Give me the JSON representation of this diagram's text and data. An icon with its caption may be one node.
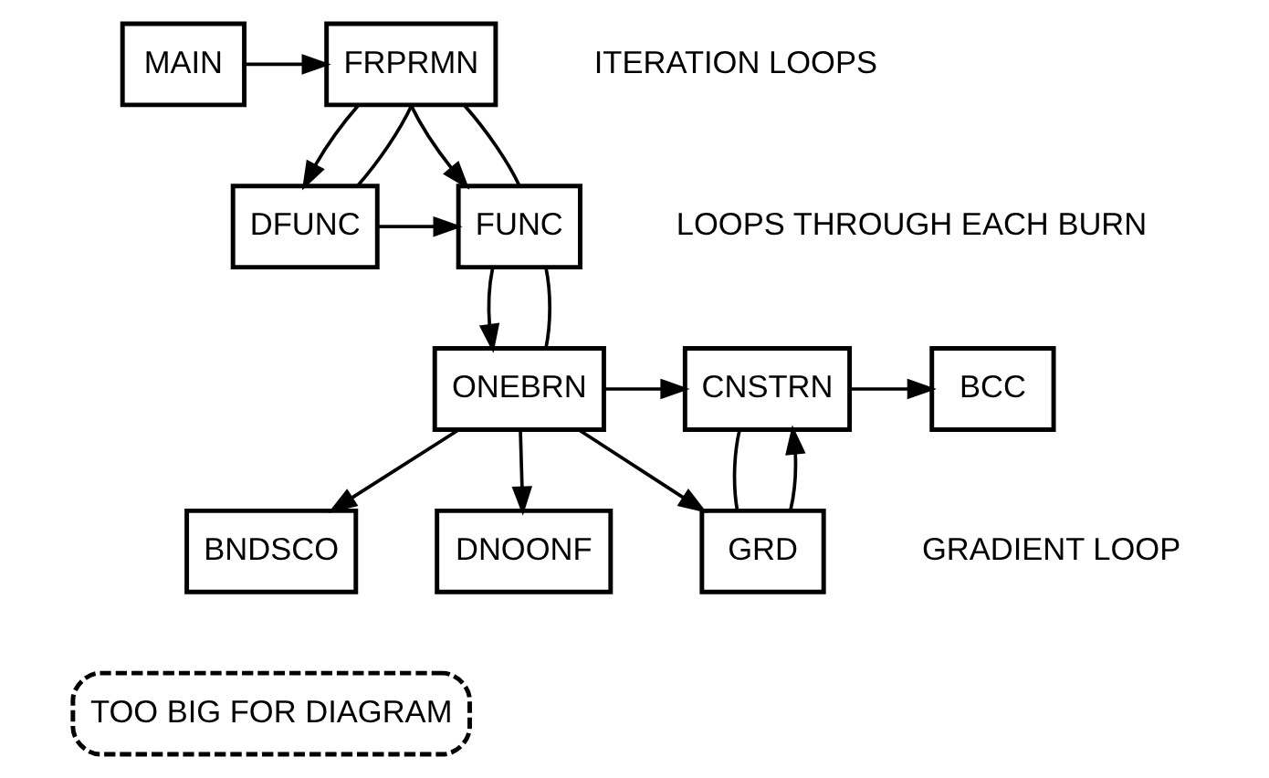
{
  "diagram": {
    "nodes": [
      {
        "text": [
          "MAIN"
        ]
      },
      {
        "text": [
          "FRPRMN"
        ]
      },
      {
        "text": [
          "FUNC"
        ]
      },
      {
        "text": [
          "DFUNC"
        ]
      },
      {
        "text": [
          "ONEBRN"
        ]
      },
      {
        "text": [
          "CNSTRN"
        ]
      },
      {
        "text": [
          "BCC"
        ]
      },
      {
        "text": [
          "BNDSCO"
        ]
      },
      {
        "text": [
          "GRD"
        ]
      },
      {
        "text": [
          "DNOONF"
        ]
      },
      {
        "text": [
          "TOO BIG FOR DIAGRAM"
        ]
      }
    ],
    "edges": [
      {
        "from": 0,
        "to": 1,
        "arrow": "to"
      },
      {
        "from": 1,
        "to": 2,
        "arrow": "to"
      },
      {
        "from": 2,
        "to": 1,
        "arrow": "none"
      },
      {
        "from": 1,
        "to": 3,
        "arrow": "to"
      },
      {
        "from": 3,
        "to": 1,
        "arrow": "none"
      },
      {
        "from": 3,
        "to": 2,
        "arrow": "to"
      },
      {
        "from": 2,
        "to": 4,
        "arrow": "to"
      },
      {
        "from": 4,
        "to": 2,
        "arrow": "none"
      },
      {
        "from": 4,
        "to": 5,
        "arrow": "to"
      },
      {
        "from": 5,
        "to": 6,
        "arrow": "to"
      },
      {
        "from": 4,
        "to": 7,
        "arrow": "to"
      },
      {
        "from": 4,
        "to": 8,
        "arrow": "to"
      },
      {
        "from": 4,
        "to": 9,
        "arrow": "to"
      },
      {
        "from": 8,
        "to": 5,
        "arrow": "to"
      },
      {
        "from": 5,
        "to": 8,
        "arrow": "none"
      }
    ],
    "labels": [
      "ITERATION LOOPS",
      "LOOPS THROUGH EACH BURN",
      "GRADIENT LOOP"
    ]
  }
}
